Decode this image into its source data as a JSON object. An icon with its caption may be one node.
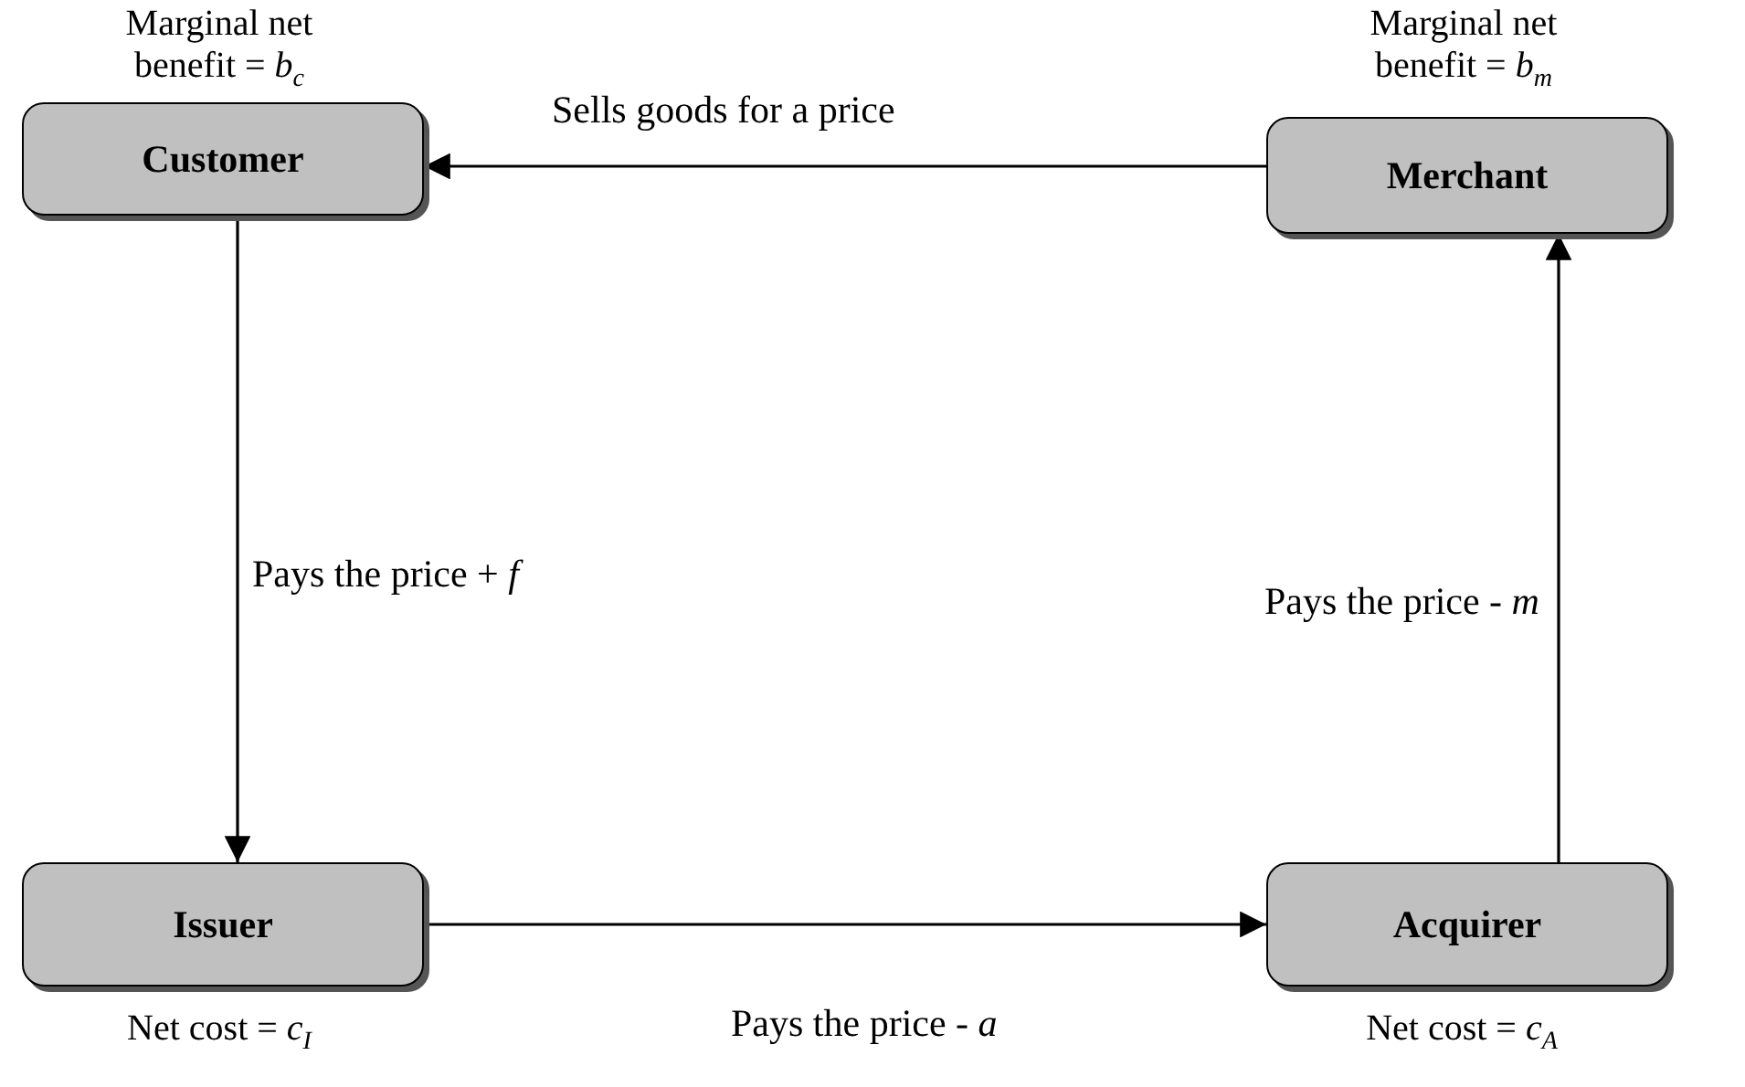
{
  "diagram": {
    "nodes": [
      {
        "text": [
          "Customer"
        ],
        "beside": [
          "Marginal net benefit = *b*$_{c}$"
        ]
      },
      {
        "text": [
          "Merchant"
        ],
        "beside": [
          "Marginal net benefit = *b*$_{m}$"
        ]
      },
      {
        "text": [
          "Issuer"
        ],
        "beside": [
          "Net cost = *c*$_{I}$"
        ]
      },
      {
        "text": [
          "Acquirer"
        ],
        "beside": [
          "Net cost = *c*$_{A}$"
        ]
      }
    ],
    "edges": [
      {
        "from": 1,
        "to": 0,
        "arrow": "to",
        "label": "Sells goods for a price"
      },
      {
        "from": 0,
        "to": 2,
        "arrow": "to",
        "label": "Pays the price + *f*"
      },
      {
        "from": 3,
        "to": 1,
        "arrow": "to",
        "label": "Pays the price - *m*"
      },
      {
        "from": 2,
        "to": 3,
        "arrow": "to",
        "label": "Pays the price - *a*"
      }
    ]
  }
}
